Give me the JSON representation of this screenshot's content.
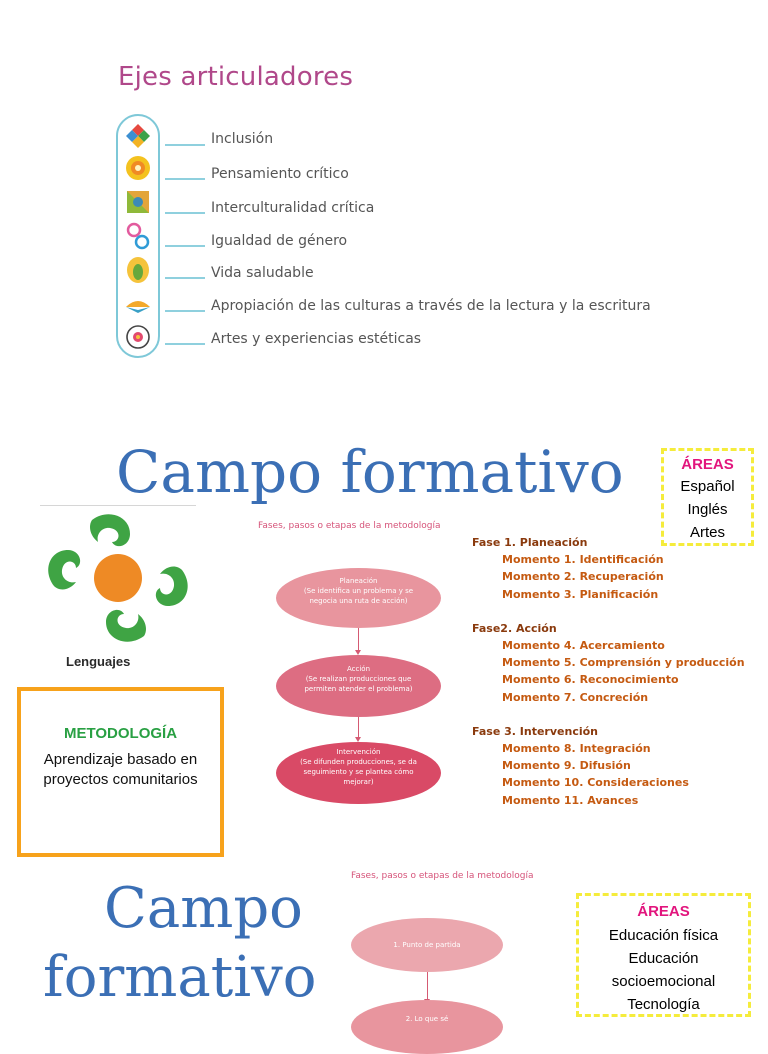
{
  "ejes": {
    "title": "Ejes articuladores",
    "items": [
      {
        "label": "Inclusión",
        "icon": "inclusion-icon"
      },
      {
        "label": "Pensamiento crítico",
        "icon": "pensamiento-critico-icon"
      },
      {
        "label": "Interculturalidad crítica",
        "icon": "interculturalidad-icon"
      },
      {
        "label": "Igualdad de género",
        "icon": "igualdad-genero-icon"
      },
      {
        "label": "Vida saludable",
        "icon": "vida-saludable-icon"
      },
      {
        "label": "Apropiación de las culturas a través de la lectura y la escritura",
        "icon": "lectura-escritura-icon"
      },
      {
        "label": "Artes y experiencias estéticas",
        "icon": "artes-icon"
      }
    ]
  },
  "campo1": {
    "title": "Campo formativo",
    "logo_label": "Lenguajes",
    "areas": {
      "title": "ÁREAS",
      "items": [
        "Español",
        "Inglés",
        "Artes"
      ]
    },
    "metodologia": {
      "title": "METODOLOGÍA",
      "text": "Aprendizaje basado en proyectos comunitarios"
    },
    "diagram": {
      "caption": "Fases, pasos o etapas de la metodología",
      "nodes": [
        {
          "title": "Planeación",
          "desc": "(Se identifica un problema y se negocia una ruta de acción)"
        },
        {
          "title": "Acción",
          "desc": "(Se realizan producciones que permiten atender el problema)"
        },
        {
          "title": "Intervención",
          "desc": "(Se difunden producciones, se da seguimiento y se plantea cómo mejorar)"
        }
      ]
    },
    "fases": [
      {
        "title": "Fase 1. Planeación",
        "momentos": [
          "Momento 1. Identificación",
          "Momento 2. Recuperación",
          "Momento 3. Planificación"
        ]
      },
      {
        "title": "Fase2. Acción",
        "momentos": [
          "Momento 4. Acercamiento",
          "Momento 5. Comprensión y producción",
          "Momento 6. Reconocimiento",
          "Momento 7. Concreción"
        ]
      },
      {
        "title": "Fase 3. Intervención",
        "momentos": [
          "Momento 8. Integración",
          "Momento 9. Difusión",
          "Momento 10. Consideraciones",
          "Momento 11. Avances"
        ]
      }
    ]
  },
  "campo2": {
    "title_line1": "Campo",
    "title_line2": "formativo",
    "caption": "Fases, pasos o etapas de la metodología",
    "areas": {
      "title": "ÁREAS",
      "items": [
        "Educación física",
        "Educación",
        "socioemocional",
        "Tecnología"
      ]
    },
    "nodes": [
      "1. Punto de partida",
      "2. Lo que sé"
    ]
  },
  "colors": {
    "magenta": "#e2157d",
    "blue": "#3b6fb5",
    "orange": "#f7a21b",
    "green": "#29a043",
    "yellow": "#f5ec3c",
    "brown": "#c55a11"
  }
}
